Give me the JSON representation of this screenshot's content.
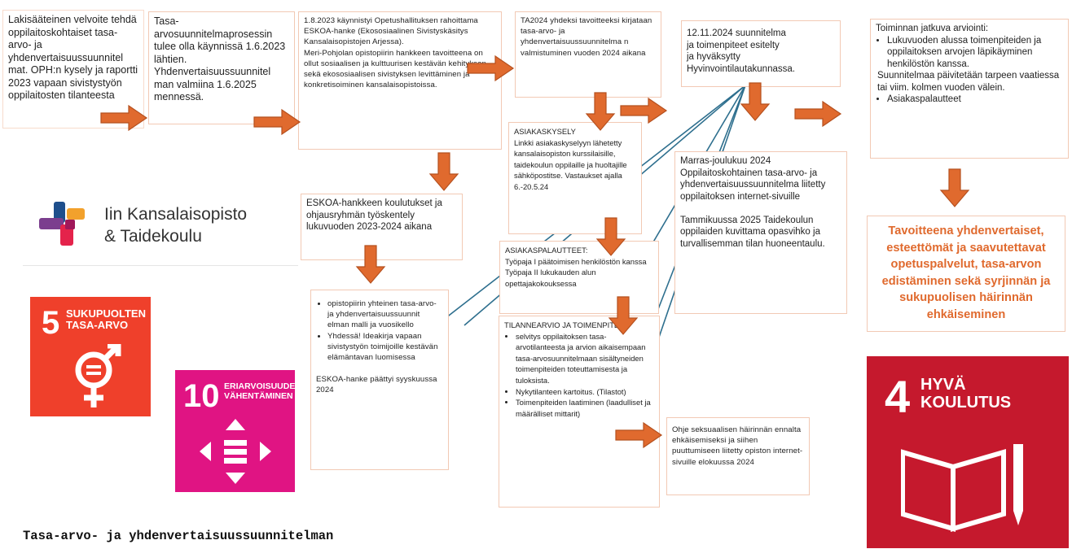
{
  "boxes": {
    "b1": "Lakisääteinen velvoite tehdä oppilaitoskohtaiset tasa-arvo- ja yhdenvertaisuussuunnitel mat. OPH:n kysely ja raportti 2023 vapaan sivistystyön oppilaitosten tilanteesta",
    "b2": "Tasa-\narvosuunnitelmaprosessin tulee olla käynnissä 1.6.2023 lähtien. Yhdenvertaisuussuunnitel man valmiina 1.6.2025 mennessä.",
    "b3": "1.8.2023 käynnistyi  Opetushallituksen rahoittama\nESKOA-hanke (Ekososiaalinen Sivistyskäsitys\nKansalaisopistojen Arjessa).\nMeri-Pohjolan opistopiirin hankkeen tavoitteena on ollut sosiaalisen ja kulttuurisen kestävän kehityksen sekä ekososiaalisen sivistyksen levittäminen ja konkretisoiminen kansalaisopistoissa.",
    "b4": "TA2024 yhdeksi tavoitteeksi kirjataan tasa-arvo- ja yhdenvertaisuussuunnitelma n valmistuminen vuoden 2024 aikana",
    "b5": "12.11.2024 suunnitelma\nja toimenpiteet esitelty\nja  hyväksytty\nHyvinvointilautakunnassa.",
    "b6_title": "Toiminnan jatkuva arviointi:",
    "b6_items": [
      "Lukuvuoden alussa toimenpiteiden ja oppilaitoksen arvojen läpikäyminen henkilöstön kanssa.",
      "Suunnitelmaa päivitetään tarpeen vaatiessa tai viim. kolmen vuoden välein.",
      "Asiakaspalautteet"
    ],
    "b7": "ESKOA-hankkeen koulutukset ja ohjausryhmän työskentely lukuvuoden 2023-2024 aikana",
    "b8_items": [
      "opistopiirin yhteinen tasa-arvo- ja yhdenvertaisuussuunnit elman malli ja vuosikello",
      "Yhdessä! Ideakirja vapaan sivistystyön toimijoille kestävän elämäntavan luomisessa"
    ],
    "b8_footer": "ESKOA-hanke päättyi syyskuussa 2024",
    "b9": "ASIAKASKYSELY\nLinkki asiakaskyselyyn lähetetty kansalaisopiston kurssilaisille, taidekoulun oppilaille ja huoltajille sähköpostitse. Vastaukset ajalla 6.-20.5.24",
    "b10": "ASIAKASPALAUTTEET:\nTyöpaja I  päätoimisen henkilöstön kanssa\nTyöpaja II lukukauden alun opettajakokouksessa",
    "b11_title": "TILANNEARVIO JA TOIMENPITEET",
    "b11_items": [
      "selvitys oppilaitoksen tasa-arvotilanteesta ja arvion aikaisempaan tasa-arvosuunnitelmaan sisältyneiden toimenpiteiden toteuttamisesta ja tuloksista.",
      "Nykytilanteen kartoitus. (Tilastot)",
      "Toimenpiteiden laatiminen (laadulliset ja määrälliset mittarit)"
    ],
    "b12": "Marras-joulukuu 2024 Oppilaitoskohtainen tasa-arvo- ja yhdenvertaisuussuunnitelma liitetty oppilaitoksen internet-sivuille\n\nTammikuussa 2025 Taidekoulun oppilaiden kuvittama opasvihko ja turvallisemman tilan huoneentaulu.",
    "b13": "Ohje seksuaalisen häirinnän ennalta ehkäisemiseksi ja siihen puuttumiseen liitetty opiston internet-sivuille elokuussa 2024",
    "goal": "Tavoitteena yhdenvertaiset, esteettömät ja saavutettavat opetuspalvelut, tasa-arvon edistäminen sekä syrjinnän ja sukupuolisen häirinnän ehkäiseminen"
  },
  "logo": {
    "text": "Iin Kansalaisopisto\n& Taidekoulu"
  },
  "sdg5": {
    "number": "5",
    "label": "SUKUPUOLTEN\nTASA-ARVO",
    "color": "#ef402b"
  },
  "sdg10": {
    "number": "10",
    "label": "ERIARVOISUUDEN\nVÄHENTÄMINEN",
    "color": "#e01483"
  },
  "sdg4": {
    "number": "4",
    "label": "HYVÄ\nKOULUTUS",
    "color": "#c5192d"
  },
  "footer": {
    "title": "Tasa-arvo- ja yhdenvertaisuussuunnitelman"
  },
  "colors": {
    "arrow": "#e06a2e",
    "arrow_stroke": "#b5501f",
    "connector": "#2e6f8e",
    "box_border": "#f2c9b4"
  }
}
